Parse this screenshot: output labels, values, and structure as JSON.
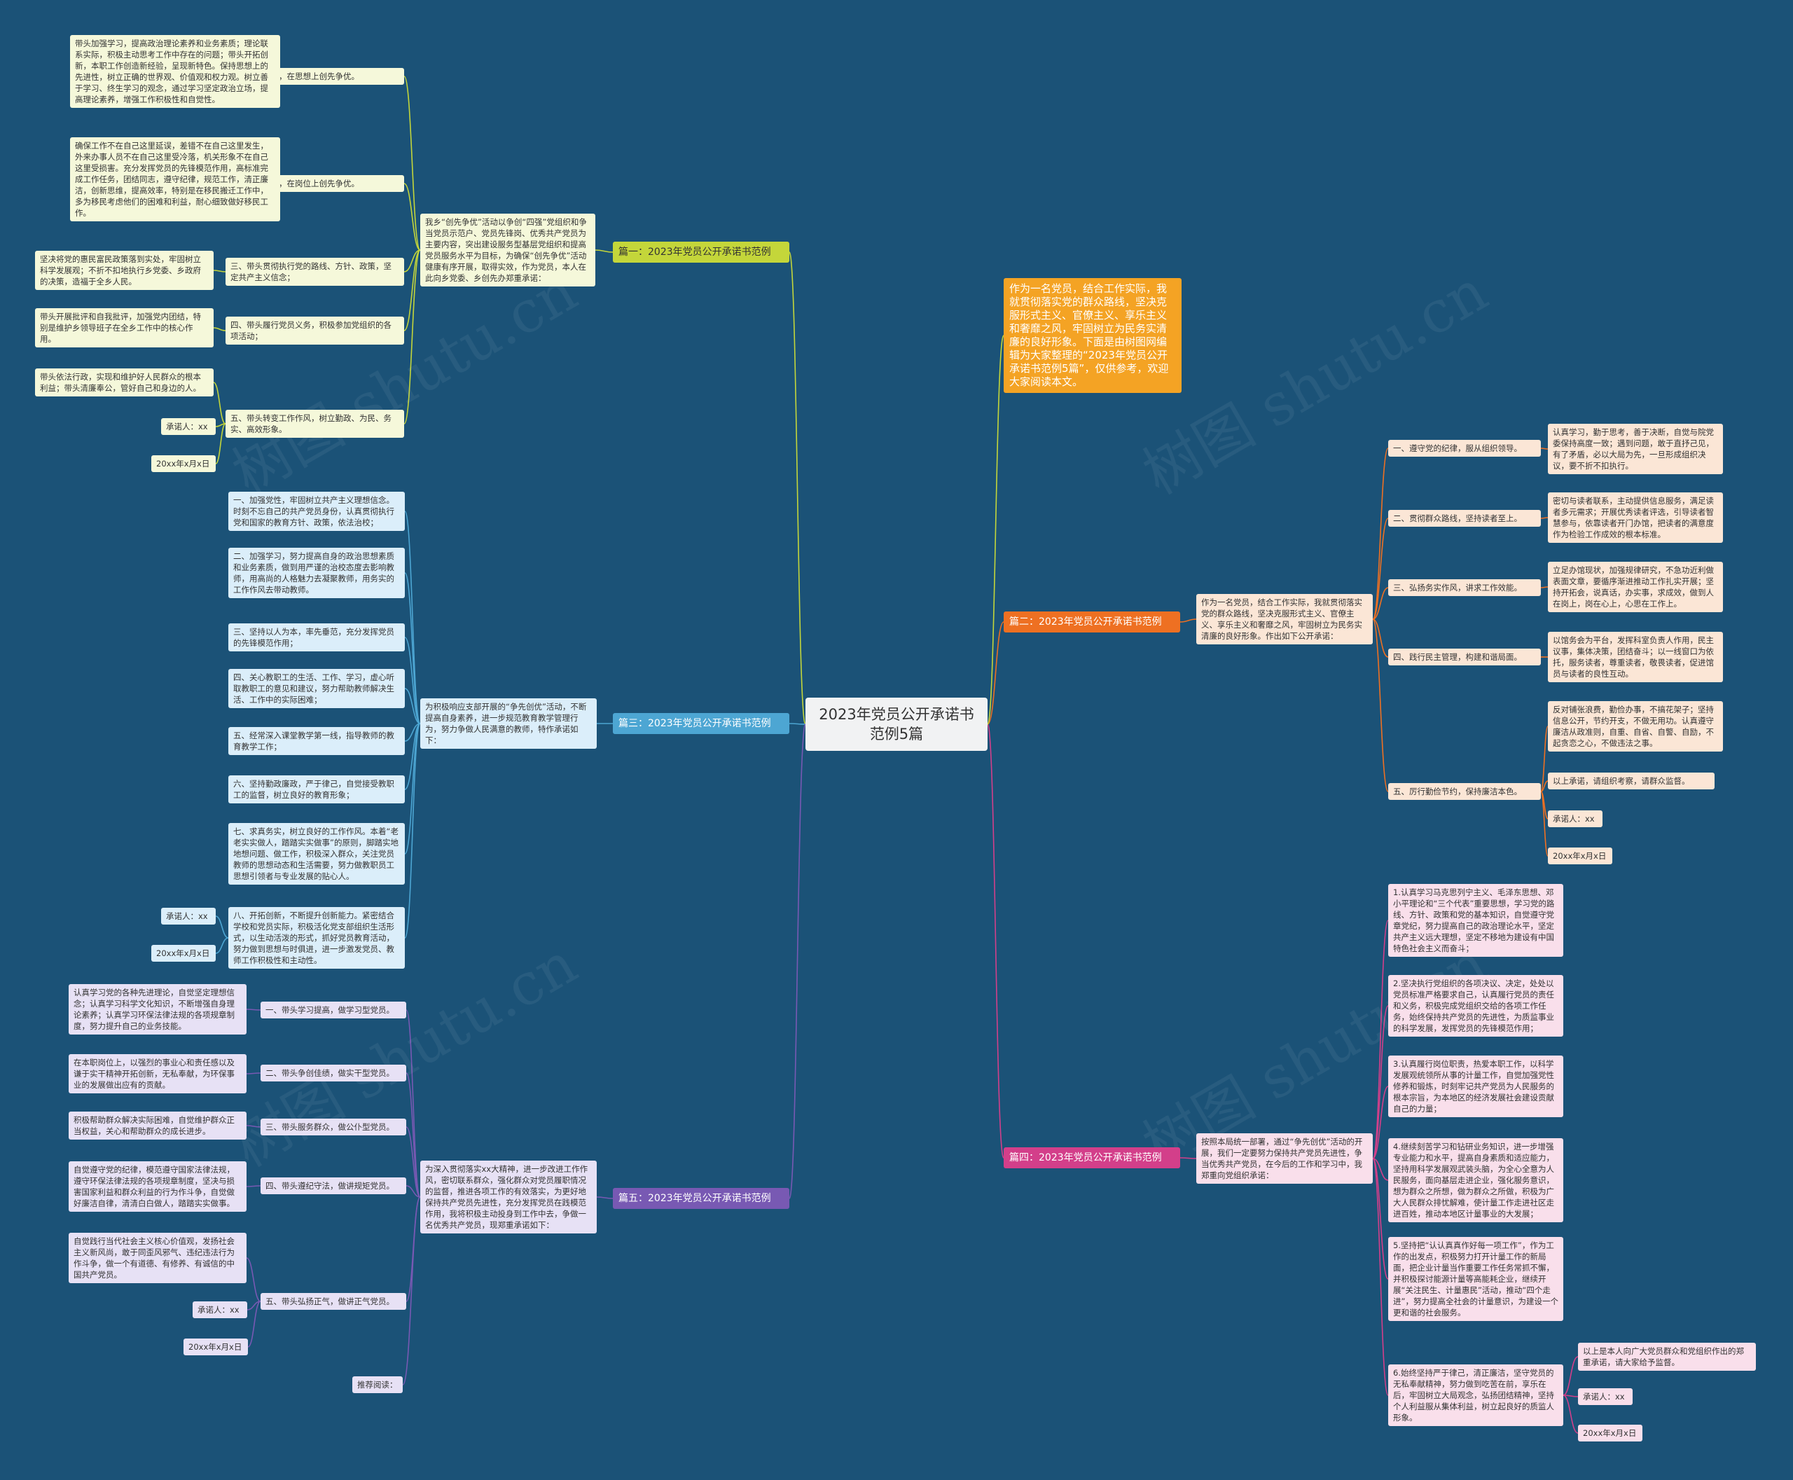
{
  "root": "2023年党员公开承诺书范例5篇",
  "watermark": "树图 shutu.cn",
  "intro": "作为一名党员，结合工作实际，我就贯彻落实党的群众路线，坚决克服形式主义、官僚主义、享乐主义和奢靡之风，牢固树立为民务实清廉的良好形象。下面是由树图网编辑为大家整理的“2023年党员公开承诺书范例5篇”，仅供参考，欢迎大家阅读本文。",
  "colors": {
    "background": "#1b5277",
    "branch1": "#c4d63a",
    "branch2": "#ee7022",
    "branch3": "#4da6d3",
    "branch4": "#d33f8a",
    "branch5": "#7859b3",
    "intro": "#f4a324"
  },
  "b1": {
    "title": "篇一：2023年党员公开承诺书范例",
    "desc": "我乡“创先争优”活动以争创“四强”党组织和争当党员示范户、党员先锋岗、优秀共产党员为主要内容，突出建设服务型基层党组织和提高党员服务水平为目标，为确保“创先争优”活动健康有序开展，取得实效，作为党员，本人在此向乡党委、乡创先办郑重承诺：",
    "items": [
      {
        "label": "一、加强学习，在思想上创先争优。",
        "detail": "带头加强学习，提高政治理论素养和业务素质；理论联系实际，积极主动思考工作中存在的问题；带头开拓创新，本职工作创造新经验，呈现新特色。保持思想上的先进性，树立正确的世界观、价值观和权力观。树立善于学习、终生学习的观念，通过学习坚定政治立场，提高理论素养，增强工作积极性和自觉性。"
      },
      {
        "label": "二、立足本职，在岗位上创先争优。",
        "detail": "确保工作不在自己这里延误，差错不在自己这里发生，外来办事人员不在自己这里受冷落，机关形象不在自己这里受损害。充分发挥党员的先锋模范作用，高标准完成工作任务，团结同志，遵守纪律，规范工作，清正廉洁，创新思维，提高效率，特别是在移民搬迁工作中，多为移民考虑他们的困难和利益，耐心细致做好移民工作。"
      },
      {
        "label": "三、带头贯彻执行党的路线、方针、政策，坚定共产主义信念；",
        "detail": "坚决将党的惠民富民政策落到实处，牢固树立科学发展观；不折不扣地执行乡党委、乡政府的决策，造福于全乡人民。"
      },
      {
        "label": "四、带头履行党员义务，积极参加党组织的各项活动；",
        "detail": "带头开展批评和自我批评，加强党内团结，特别是维护乡领导班子在全乡工作中的核心作用。"
      },
      {
        "label": "五、带头转变工作作风，树立勤政、为民、务实、高效形象。",
        "detail": "带头依法行政，实现和维护好人民群众的根本利益；带头清廉奉公，管好自己和身边的人。"
      }
    ],
    "promiser": "承诺人：xx",
    "date": "20xx年x月x日"
  },
  "b2": {
    "title": "篇二：2023年党员公开承诺书范例",
    "desc": "作为一名党员，结合工作实际，我就贯彻落实党的群众路线，坚决克服形式主义、官僚主义、享乐主义和奢靡之风，牢固树立为民务实清廉的良好形象。作出如下公开承诺：",
    "items": [
      {
        "label": "一、遵守党的纪律，服从组织领导。",
        "detail": "认真学习，勤于思考，善于决断，自觉与院党委保持高度一致；遇到问题，敢于直抒己见，有了矛盾，必以大局为先，一旦形成组织决议，要不折不扣执行。"
      },
      {
        "label": "二、贯彻群众路线，坚持读者至上。",
        "detail": "密切与读者联系，主动提供信息服务，满足读者多元需求；开展优秀读者评选，引导读者智慧参与，依靠读者开门办馆，把读者的满意度作为检验工作成效的根本标准。"
      },
      {
        "label": "三、弘扬务实作风，讲求工作效能。",
        "detail": "立足办馆现状，加强规律研究，不急功近利做表面文章，要循序渐进推动工作扎实开展；坚持开拓会，说真话，办实事，求成效，做到人在岗上，岗在心上，心思在工作上。"
      },
      {
        "label": "四、践行民主管理，构建和谐局面。",
        "detail": "以馆务会为平台，发挥科室负责人作用，民主议事，集体决策，团结奋斗；以一线窗口为依托，服务读者，尊重读者，敬畏读者，促进馆员与读者的良性互动。"
      },
      {
        "label": "五、厉行勤俭节约，保持廉洁本色。",
        "detail": "反对铺张浪费，勤俭办事，不搞花架子；坚持信息公开，节约开支，不做无用功。认真遵守廉洁从政准则，自重、自省、自警、自励，不起贪恋之心，不做违法之事。"
      }
    ],
    "tail": "以上承诺，请组织考察，请群众监督。",
    "promiser": "承诺人：xx",
    "date": "20xx年x月x日"
  },
  "b3": {
    "title": "篇三：2023年党员公开承诺书范例",
    "desc": "为积极响应支部开展的“争先创优”活动，不断提高自身素养，进一步规范教育教学管理行为，努力争做人民满意的教师，特作承诺如下：",
    "items": [
      "一、加强党性，牢固树立共产主义理想信念。时刻不忘自己的共产党员身份，认真贯彻执行党和国家的教育方针、政策，依法治校；",
      "二、加强学习，努力提高自身的政治思想素质和业务素质，做到用严谨的治校态度去影响教师，用高尚的人格魅力去凝聚教师，用务实的工作作风去带动教师。",
      "三、坚持以人为本，率先垂范，充分发挥党员的先锋模范作用；",
      "四、关心教职工的生活、工作、学习，虚心听取教职工的意见和建议，努力帮助教师解决生活、工作中的实际困难；",
      "五、经常深入课堂教学第一线，指导教师的教育教学工作；",
      "六、坚持勤政廉政，严于律己，自觉接受教职工的监督，树立良好的教育形象；",
      "七、求真务实，树立良好的工作作风。本着“老老实实做人，踏踏实实做事”的原则，脚踏实地地想问题、做工作，积极深入群众，关注党员教师的思想动态和生活需要，努力做教职员工思想引领者与专业发展的贴心人。",
      "八、开拓创新，不断提升创新能力。紧密结合学校和党员实际，积极活化党支部组织生活形式，以生动活泼的形式，抓好党员教育活动，努力做到思想与时俱进，进一步激发党员、教师工作积极性和主动性。"
    ],
    "promiser": "承诺人：xx",
    "date": "20xx年x月x日"
  },
  "b4": {
    "title": "篇四：2023年党员公开承诺书范例",
    "desc": "按照本局统一部署，通过“争先创优”活动的开展，我们一定要努力保持共产党员先进性，争当优秀共产党员，在今后的工作和学习中，我郑重向党组织承诺：",
    "items": [
      "1.认真学习马克思列宁主义、毛泽东思想、邓小平理论和“三个代表”重要思想，学习党的路线、方针、政策和党的基本知识，自觉遵守党章党纪，努力提高自己的政治理论水平，坚定共产主义远大理想，坚定不移地为建设有中国特色社会主义而奋斗；",
      "2.坚决执行党组织的各项决议、决定，处处以党员标准严格要求自己，认真履行党员的责任和义务，积极完成党组织交给的各项工作任务，始终保持共产党员的先进性，为质监事业的科学发展，发挥党员的先锋模范作用；",
      "3.认真履行岗位职责，热爱本职工作，以科学发展观统领所从事的计量工作，自觉加强党性修养和锻炼，时刻牢记共产党员为人民服务的根本宗旨，为本地区的经济发展社会建设贡献自己的力量；",
      "4.继续刻苦学习和钻研业务知识，进一步增强专业能力和水平，提高自身素质和适应能力，坚持用科学发展观武装头脑，为全心全意为人民服务，面向基层走进企业，强化服务意识，想为群众之所想，做为群众之所做，积极为广大人民群众排忧解难，使计量工作走进社区走进百姓，推动本地区计量事业的大发展；",
      "5.坚持把“认认真真作好每一项工作”，作为工作的出发点，积极努力打开计量工作的新局面，把企业计量当作重要工作任务常抓不懈，并积极探讨能源计量等高能耗企业，继续开展“关注民生、计量惠民”活动，推动“四个走进”，努力提高全社会的计量意识，为建设一个更和谐的社会服务。",
      "6.始终坚持严于律己，清正廉洁，坚守党员的无私奉献精神，努力做到吃苦在前，享乐在后，牢固树立大局观念，弘扬团结精神，坚持个人利益服从集体利益，树立起良好的质监人形象。"
    ],
    "tail": "以上是本人向广大党员群众和党组织作出的郑重承诺，请大家给予监督。",
    "promiser": "承诺人：xx",
    "date": "20xx年x月x日"
  },
  "b5": {
    "title": "篇五：2023年党员公开承诺书范例",
    "desc": "为深入贯彻落实xx大精神，进一步改进工作作风，密切联系群众，强化群众对党员履职情况的监督，推进各项工作的有效落实，为更好地保持共产党员先进性，充分发挥党员在践模范作用，我将积极主动投身到工作中去，争做一名优秀共产党员，现郑重承诺如下：",
    "items": [
      {
        "label": "一、带头学习提高，做学习型党员。",
        "detail": "认真学习党的各种先进理论，自觉坚定理想信念；认真学习科学文化知识，不断增强自身理论素养；认真学习环保法律法规的各项规章制度，努力提升自己的业务技能。"
      },
      {
        "label": "二、带头争创佳绩，做实干型党员。",
        "detail": "在本职岗位上，以强烈的事业心和责任感以及谦于实干精神开拓创新，无私奉献，为环保事业的发展做出应有的贡献。"
      },
      {
        "label": "三、带头服务群众，做公仆型党员。",
        "detail": "积极帮助群众解决实际困难，自觉维护群众正当权益，关心和帮助群众的成长进步。"
      },
      {
        "label": "四、带头遵纪守法，做讲规矩党员。",
        "detail": "自觉遵守党的纪律，模范遵守国家法律法规，遵守环保法律法规的各项规章制度，坚决与损害国家利益和群众利益的行为作斗争，自觉做好廉洁自律，清清白白做人，踏踏实实做事。"
      },
      {
        "label": "五、带头弘扬正气，做讲正气党员。",
        "detail": "自觉践行当代社会主义核心价值观，发扬社会主义新风尚，敢于同歪风邪气、违纪违法行为作斗争，做一个有道德、有修养、有诚信的中国共产党员。"
      }
    ],
    "promiser": "承诺人：xx",
    "date": "20xx年x月x日",
    "recommend": "推荐阅读："
  }
}
